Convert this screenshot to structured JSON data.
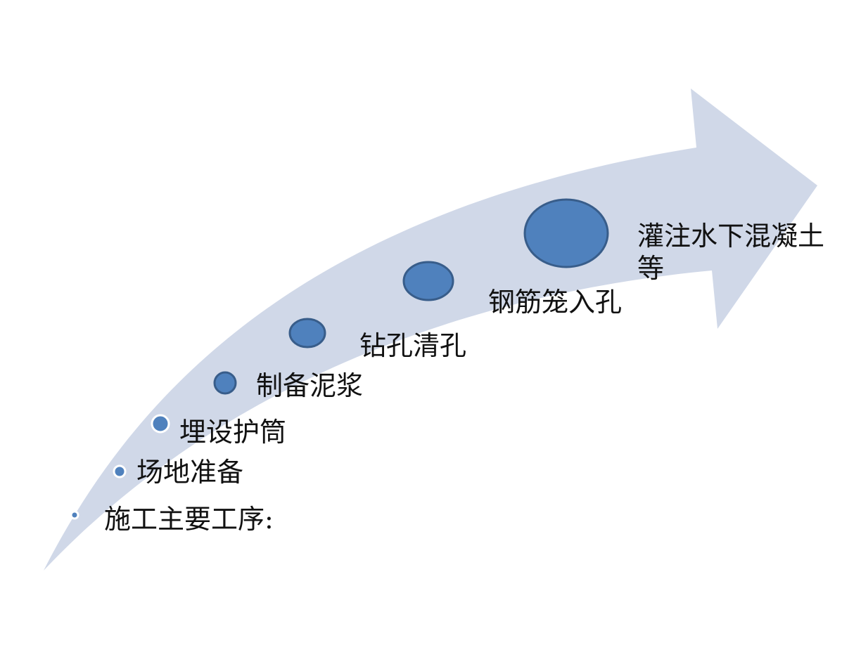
{
  "colors": {
    "arrow_fill": "#d0d8e8",
    "dot_fill": "#4f81bd",
    "dot_stroke": "#385d8a",
    "small_dot_ring": "#ffffff",
    "text": "#111111"
  },
  "steps": [
    {
      "label": "施工主要工序:"
    },
    {
      "label": "场地准备"
    },
    {
      "label": "埋设护筒"
    },
    {
      "label": "制备泥浆"
    },
    {
      "label": "钻孔清孔"
    },
    {
      "label": "钢筋笼入孔"
    },
    {
      "label": "灌注水下混凝土等"
    }
  ]
}
